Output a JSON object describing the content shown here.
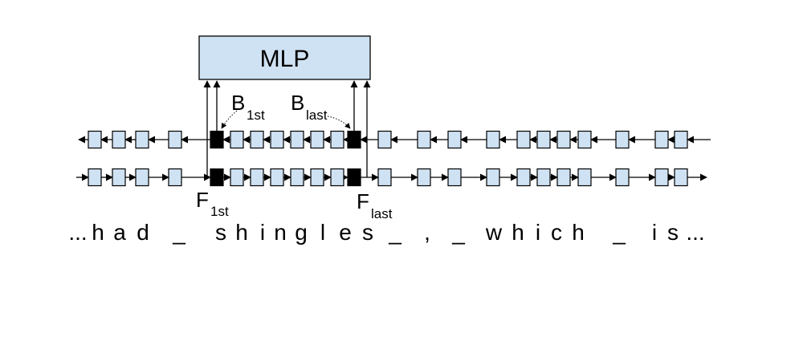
{
  "mlp": {
    "label": "MLP"
  },
  "labels": {
    "b_first": {
      "main": "B",
      "sub": "1st"
    },
    "b_last": {
      "main": "B",
      "sub": "last"
    },
    "f_first": {
      "main": "F",
      "sub": "1st"
    },
    "f_last": {
      "main": "F",
      "sub": "last"
    }
  },
  "sentence": {
    "chars": [
      "...",
      "h",
      "a",
      "d",
      "_",
      "s",
      "h",
      "i",
      "n",
      "g",
      "l",
      "e",
      "s",
      "_",
      ",",
      "_",
      "w",
      "h",
      "i",
      "c",
      "h",
      "_",
      "i",
      "s",
      "..."
    ]
  },
  "colors": {
    "cell_fill": "#cfe2f3",
    "selected_fill": "#000000",
    "stroke": "#000000"
  }
}
